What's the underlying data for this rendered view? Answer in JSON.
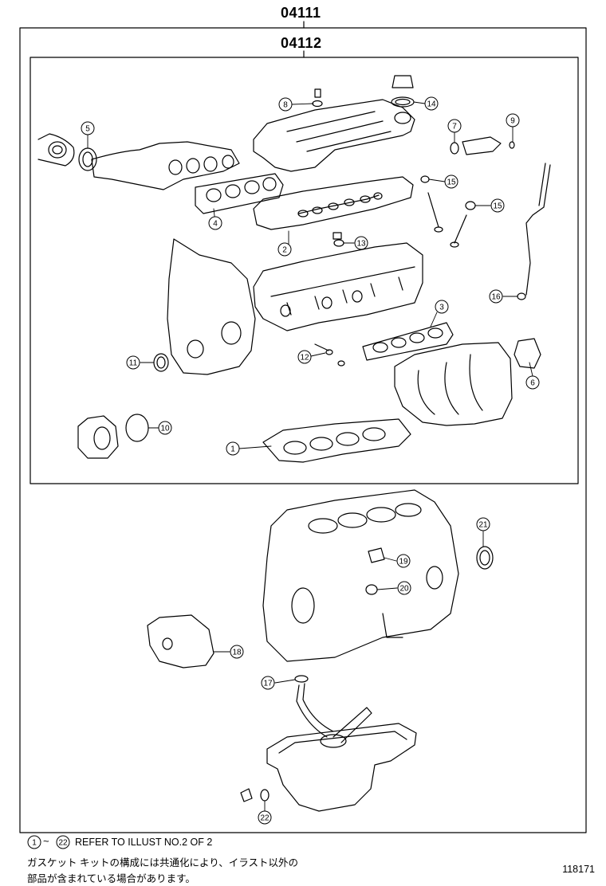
{
  "header": {
    "code_outer": "04111",
    "code_inner": "04112"
  },
  "callouts": [
    "1",
    "2",
    "3",
    "4",
    "5",
    "6",
    "7",
    "8",
    "9",
    "10",
    "11",
    "12",
    "13",
    "14",
    "15",
    "15",
    "16",
    "17",
    "18",
    "19",
    "20",
    "21",
    "22"
  ],
  "footer": {
    "ref_start": "1",
    "ref_tilde": "~",
    "ref_end": "22",
    "ref_text": "REFER TO ILLUST NO.2 OF 2",
    "note_line1": "ガスケット キットの構成には共通化により、イラスト以外の",
    "note_line2": "部品が含まれている場合があります。",
    "figure_id": "118171"
  }
}
